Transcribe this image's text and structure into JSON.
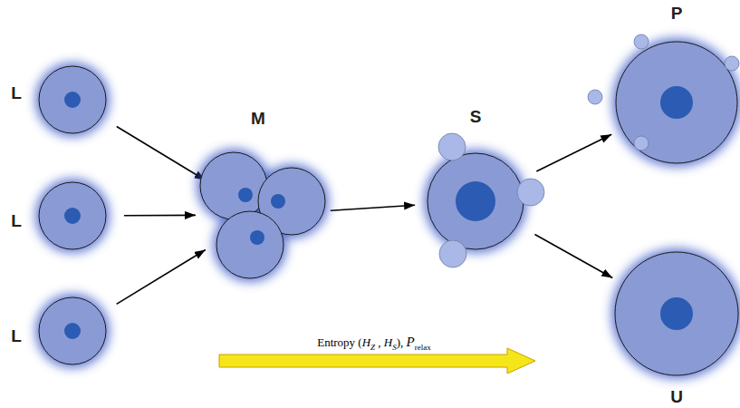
{
  "diagram": {
    "nodes": [
      {
        "text": [
          "L"
        ]
      },
      {
        "text": [
          "L"
        ]
      },
      {
        "text": [
          "L"
        ]
      },
      {
        "text": [
          "M"
        ]
      },
      {
        "text": [
          "S"
        ]
      },
      {
        "text": [
          "P"
        ]
      },
      {
        "text": [
          "U"
        ]
      }
    ],
    "edges": [
      {
        "from": 0,
        "to": 3,
        "arrow": "to"
      },
      {
        "from": 1,
        "to": 3,
        "arrow": "to"
      },
      {
        "from": 2,
        "to": 3,
        "arrow": "to"
      },
      {
        "from": 3,
        "to": 4,
        "arrow": "to"
      },
      {
        "from": 4,
        "to": 5,
        "arrow": "to"
      },
      {
        "from": 4,
        "to": 6,
        "arrow": "to"
      }
    ],
    "labels": [
      "Entropy (",
      "H",
      "Z",
      " , ",
      "H",
      "S",
      "), ",
      "P",
      "relax"
    ]
  }
}
